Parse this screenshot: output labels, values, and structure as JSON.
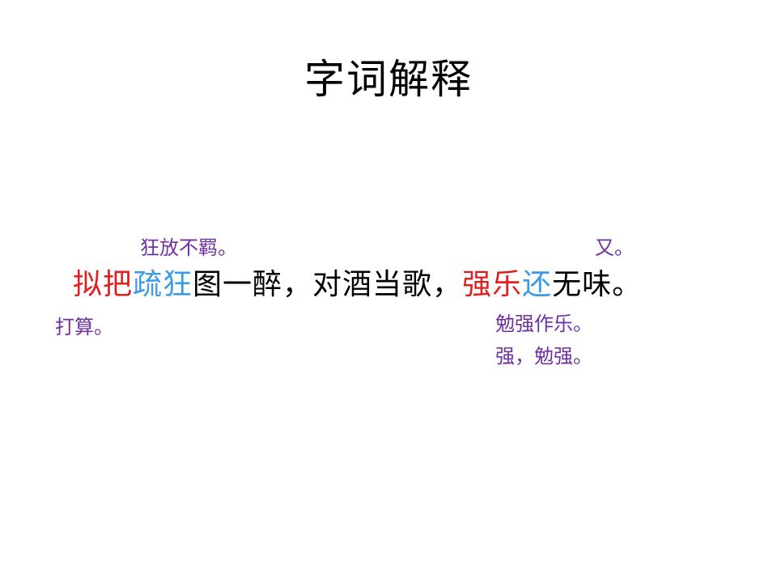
{
  "title": "字词解释",
  "colors": {
    "keyword_red": "#e02020",
    "keyword_blue": "#3b9be8",
    "annotation_purple": "#7030a0",
    "text_black": "#000000"
  },
  "sentence": {
    "segments": [
      {
        "text": "拟把",
        "style": "red"
      },
      {
        "text": "疏狂",
        "style": "blue"
      },
      {
        "text": "图一醉，对酒当歌，",
        "style": "black"
      },
      {
        "text": "强乐",
        "style": "red"
      },
      {
        "text": "还",
        "style": "blue"
      },
      {
        "text": "无味。",
        "style": "black"
      }
    ]
  },
  "annotations": {
    "shukuang": "狂放不羁。",
    "nibai": "打算。",
    "huan": "又。",
    "qiangle": "勉强作乐。",
    "qiang": "强，勉强。"
  }
}
